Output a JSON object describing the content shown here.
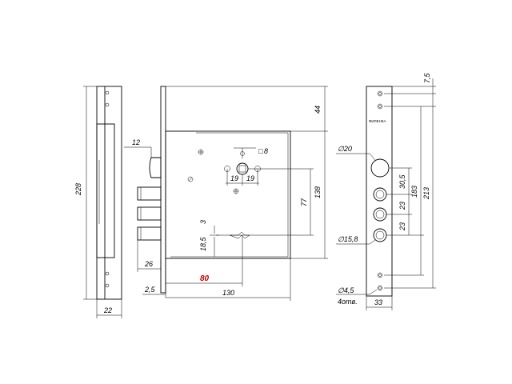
{
  "dimensions": {
    "height_total": "228",
    "width_faceplate_left": "22",
    "latch_offset": "12",
    "bolt_projection": "26",
    "offset_2_5": "2,5",
    "backset": "80",
    "body_length": "130",
    "top_offset": "44",
    "body_height": "138",
    "spindle_to_bottom": "77",
    "spindle_spacing_left": "19",
    "spindle_spacing_right": "19",
    "square": "8",
    "thickness_3": "3",
    "keyhole_offset": "18,5",
    "hole_dia_large": "∅20",
    "hole_dia_bolt": "∅15,8",
    "hole_dia_small": "∅4,5",
    "holes_count": "4отв.",
    "faceplate_width": "33",
    "top_hole_offset": "7,5",
    "dist_30_5": "30,5",
    "dist_23_a": "23",
    "dist_23_b": "23",
    "dist_183": "183",
    "dist_213": "213"
  },
  "labels": {
    "brand_plate": "ФИЛЕНКА"
  },
  "colors": {
    "line": "#000000",
    "accent": "#cc0000"
  }
}
